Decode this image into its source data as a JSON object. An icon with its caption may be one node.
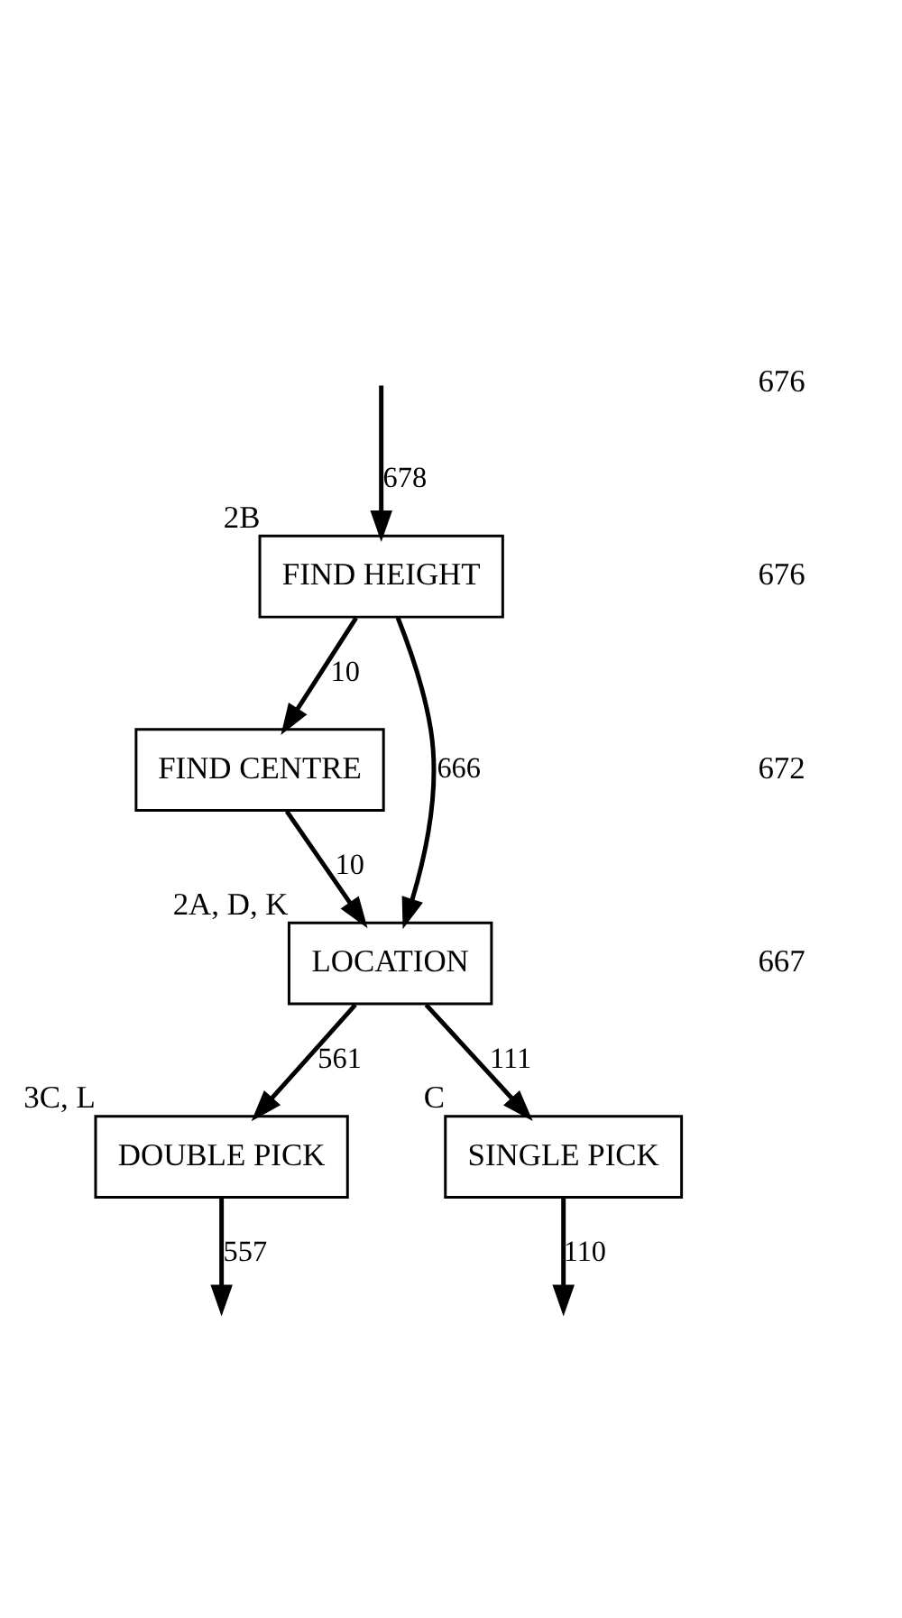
{
  "diagram": {
    "nodes": [
      {
        "text": [
          "FIND HEIGHT"
        ],
        "beside": [
          "2B"
        ]
      },
      {
        "text": [
          "FIND CENTRE"
        ]
      },
      {
        "text": [
          "LOCATION"
        ],
        "beside": [
          "2A, D, K"
        ]
      },
      {
        "text": [
          "DOUBLE PICK"
        ],
        "beside": [
          "3C, L"
        ]
      },
      {
        "text": [
          "SINGLE PICK"
        ],
        "beside": [
          "C"
        ]
      }
    ],
    "edges": [
      {
        "from": null,
        "to": 0,
        "arrow": "to",
        "label": "678"
      },
      {
        "from": 0,
        "to": 1,
        "arrow": "to",
        "label": "10"
      },
      {
        "from": 0,
        "to": 2,
        "arrow": "to",
        "label": "666"
      },
      {
        "from": 1,
        "to": 2,
        "arrow": "to",
        "label": "10"
      },
      {
        "from": 2,
        "to": 3,
        "arrow": "to",
        "label": "561"
      },
      {
        "from": 2,
        "to": 4,
        "arrow": "to",
        "label": "111"
      },
      {
        "from": 3,
        "to": null,
        "arrow": "to",
        "label": "557"
      },
      {
        "from": 4,
        "to": null,
        "arrow": "to",
        "label": "110"
      }
    ],
    "labels": [
      "676",
      "676",
      "672",
      "667"
    ]
  }
}
